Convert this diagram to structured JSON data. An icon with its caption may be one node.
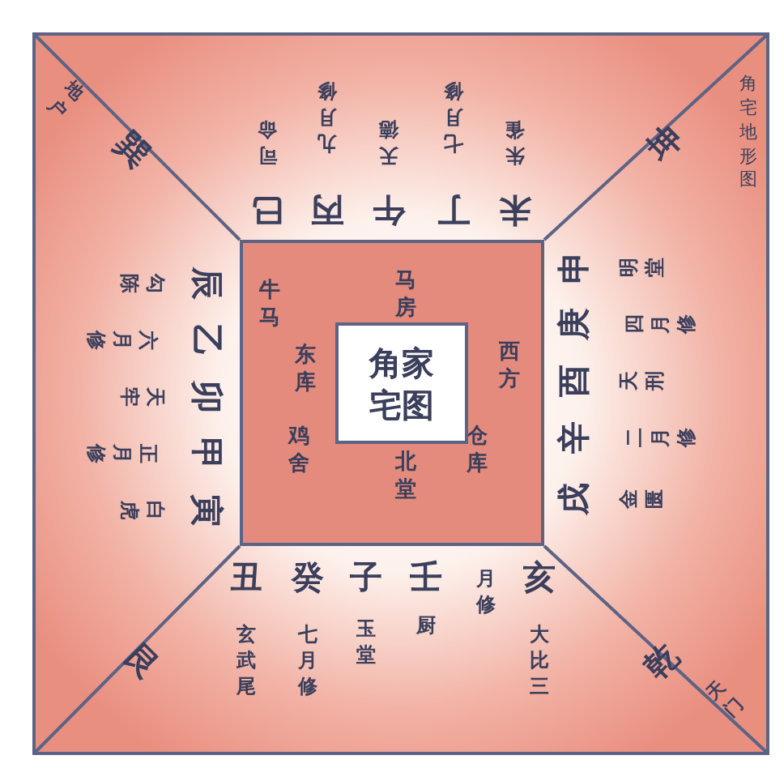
{
  "diagram": {
    "nodes": [
      {
        "text": [
          "马房",
          "牛马",
          "东库",
          "鸡舍",
          "西方",
          "北堂",
          "仓库"
        ]
      },
      {
        "text": [
          "角家宅图"
        ],
        "in": 0
      }
    ],
    "labels": [
      "角宅地形图",
      "地户",
      "巽",
      "坤",
      "巳",
      "丙",
      "午",
      "丁",
      "未",
      "司命",
      "九月修",
      "天德",
      "七月修",
      "朱雀",
      "辰",
      "乙",
      "卯",
      "甲",
      "寅",
      "勾陈",
      "六月修",
      "天牢",
      "正月修",
      "白虎",
      "申",
      "庚",
      "酉",
      "辛",
      "戌",
      "明堂",
      "四月修",
      "天刑",
      "二月修",
      "金匮",
      "丑",
      "癸",
      "子",
      "壬",
      "月修",
      "亥",
      "玄武尾",
      "七月修",
      "玉堂",
      "厨",
      "大比三",
      "艮",
      "乾",
      "天门"
    ]
  }
}
